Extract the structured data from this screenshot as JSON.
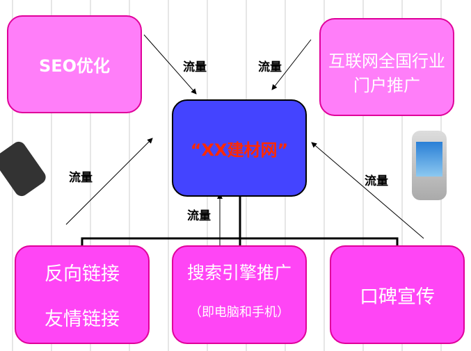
{
  "center": {
    "title": "“XX建材网”"
  },
  "top_left": {
    "label": "SEO优化"
  },
  "top_right": {
    "line1": "互联网全国行业",
    "line2": "门户推广"
  },
  "bottom_left": {
    "line1": "反向链接",
    "line2": "友情链接"
  },
  "bottom_middle": {
    "line1": "搜索引擎推广",
    "line2": "（即电脑和手机）"
  },
  "bottom_right": {
    "label": "口碑宣传"
  },
  "flow_labels": [
    "流量",
    "流量",
    "流量",
    "流量",
    "流量"
  ],
  "colors": {
    "center": "#4444ff",
    "center_text": "#ff2a00",
    "box_top": "#ff7ef9",
    "box_bottom": "#ff45f5"
  }
}
